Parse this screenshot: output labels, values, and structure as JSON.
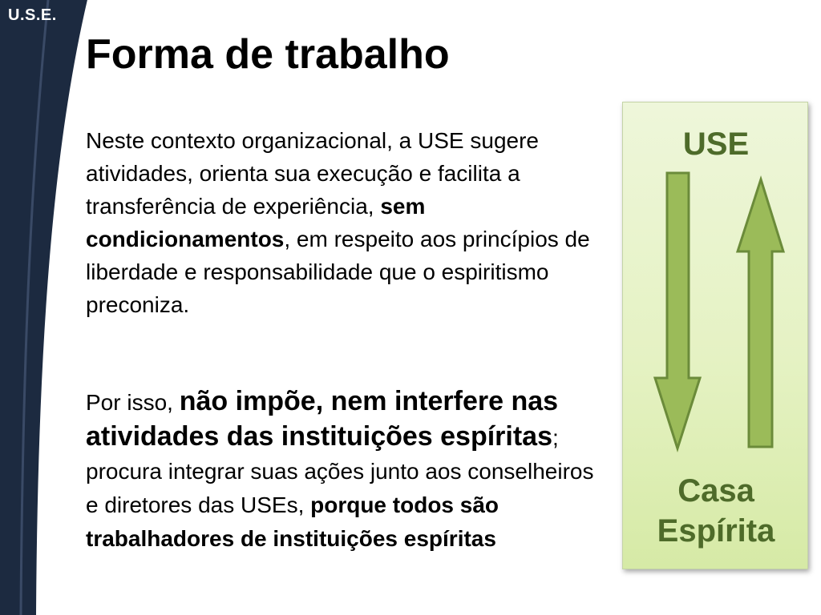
{
  "colors": {
    "left_band_dark": "#1c2a40",
    "left_band_line": "#ffffff",
    "box_text": "#4e6b2a",
    "arrow_fill": "#9bbb59",
    "arrow_stroke": "#6b8b3a"
  },
  "logo": "U.S.E.",
  "title": "Forma de trabalho",
  "para1": {
    "t1": "Neste contexto organizacional, a USE sugere atividades, orienta sua execução e facilita a transferência de experiência, ",
    "bold1": "sem condicionamentos",
    "t2": ", em respeito aos princípios de liberdade e responsabilidade que o espiritismo preconiza."
  },
  "para2": {
    "t1": "Por isso, ",
    "bold1": "não impõe, nem interfere nas atividades das instituições espíritas",
    "t2": "; procura integrar suas ações junto aos conselheiros e diretores das USEs, ",
    "bold2": "porque todos são trabalhadores de instituições espíritas"
  },
  "side_box": {
    "top_label": "USE",
    "bottom_line1": "Casa",
    "bottom_line2": "Espírita",
    "arrow_down_icon": "arrow-down-icon",
    "arrow_up_icon": "arrow-up-icon"
  }
}
